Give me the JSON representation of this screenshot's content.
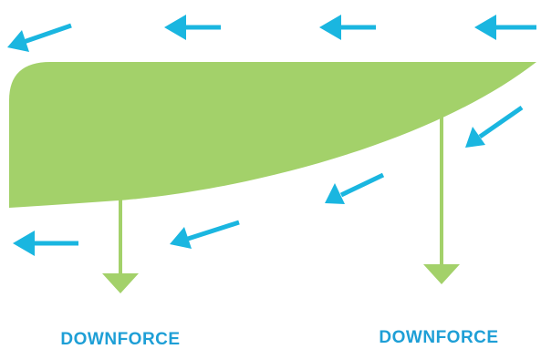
{
  "colors": {
    "wing": "#a3d16a",
    "force_arrow": "#a3d16a",
    "airflow_arrow": "#1ab6e0",
    "label": "#1e9fd6",
    "background": "#ffffff"
  },
  "labels": {
    "downforce_left": "DOWNFORCE",
    "downforce_right": "DOWNFORCE"
  },
  "elements": {
    "wing": "inverted-wing-airfoil",
    "airflow_arrows": "airflow-arrow-icon",
    "force_arrows": "downforce-arrow-icon"
  }
}
